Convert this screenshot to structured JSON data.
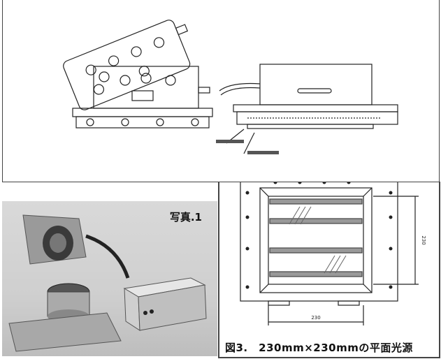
{
  "figure": {
    "photo_label": "写真.1",
    "caption": "図3.　230mm×230mmの平面光源",
    "dimension_width": "230",
    "dimension_height": "230"
  }
}
